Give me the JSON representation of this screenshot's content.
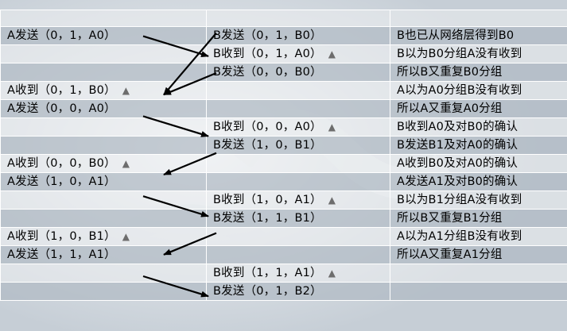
{
  "rows": [
    {
      "a": "A发送（0，1，A0）",
      "b": "B发送（0，1，B0）",
      "bt": false,
      "at": false,
      "c": "B也已从网络层得到B0"
    },
    {
      "a": "",
      "b": "B收到（0，1，A0）",
      "bt": true,
      "at": false,
      "c": "B以为B0分组A没有收到"
    },
    {
      "a": "",
      "b": "B发送（0，0，B0）",
      "bt": false,
      "at": false,
      "c": "所以B又重复B0分组"
    },
    {
      "a": "A收到（0，1，B0）",
      "b": "",
      "bt": false,
      "at": true,
      "c": "A以为A0分组B没有收到"
    },
    {
      "a": "A发送（0，0，A0）",
      "b": "",
      "bt": false,
      "at": false,
      "c": "所以A又重复A0分组"
    },
    {
      "a": "",
      "b": "B收到（0，0，A0）",
      "bt": true,
      "at": false,
      "c": "B收到A0及对B0的确认"
    },
    {
      "a": "",
      "b": "B发送（1，0，B1）",
      "bt": false,
      "at": false,
      "c": "B发送B1及对A0的确认"
    },
    {
      "a": "A收到（0，0，B0）",
      "b": "",
      "bt": false,
      "at": true,
      "c": "A收到B0及对A0的确认"
    },
    {
      "a": "A发送（1，0，A1）",
      "b": "",
      "bt": false,
      "at": false,
      "c": "A发送A1及对B0的确认"
    },
    {
      "a": "",
      "b": "B收到（1，0，A1）",
      "bt": true,
      "at": false,
      "c": "B以为B1分组A没有收到"
    },
    {
      "a": "",
      "b": "B发送（1，1，B1）",
      "bt": false,
      "at": false,
      "c": "所以B又重复B1分组"
    },
    {
      "a": "A收到（1，0，B1）",
      "b": "",
      "bt": false,
      "at": true,
      "c": "A以为A1分组B没有收到"
    },
    {
      "a": "A发送（1，1，A1）",
      "b": "",
      "bt": false,
      "at": false,
      "c": "所以A又重复A1分组"
    },
    {
      "a": "",
      "b": "B收到（1，1，A1）",
      "bt": true,
      "at": false,
      "c": ""
    },
    {
      "a": "",
      "b": "B发送（0，1，B2）",
      "bt": false,
      "at": false,
      "c": ""
    }
  ],
  "marker_symbol": "▲",
  "colors": {
    "shade": "#b0bac4",
    "light": "#eceef1",
    "arrow": "#000000",
    "marker": "#6d6d6d"
  }
}
